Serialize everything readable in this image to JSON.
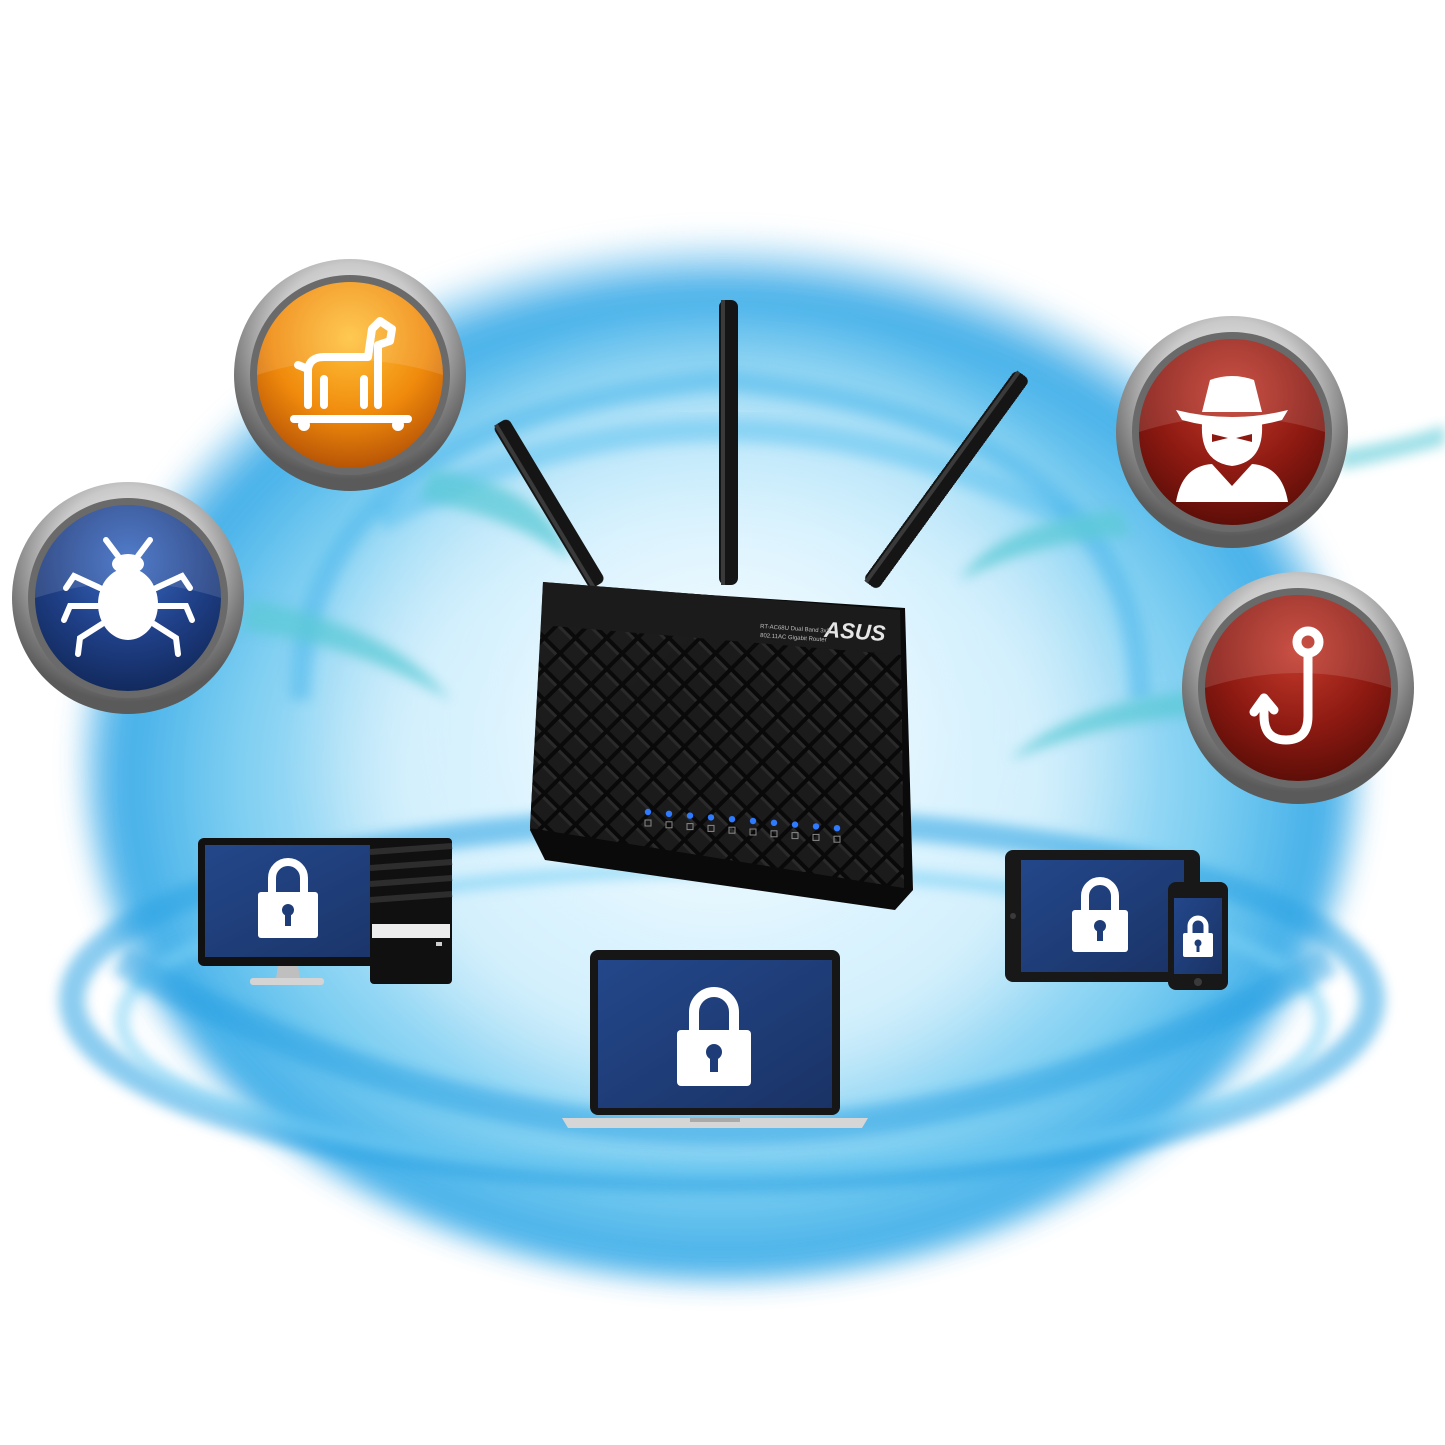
{
  "router": {
    "brand": "ASUS",
    "model_line1": "RT-AC68U Dual Band 3x3",
    "model_line2": "802.11AC Gigabit Router",
    "led_color": "#2f7bff"
  },
  "threats": [
    {
      "icon": "trojan-horse-icon",
      "color": "#f08a0c"
    },
    {
      "icon": "bug-icon",
      "color": "#1f3f86"
    },
    {
      "icon": "spy-icon",
      "color": "#8d1a12"
    },
    {
      "icon": "phishing-hook-icon",
      "color": "#8d1a12"
    }
  ],
  "devices": [
    {
      "icon": "desktop-pc-icon",
      "status": "lock-icon"
    },
    {
      "icon": "laptop-icon",
      "status": "lock-icon"
    },
    {
      "icon": "tablet-phone-icon",
      "status": "lock-icon"
    }
  ],
  "colors": {
    "shield_blue": "#29a9e8",
    "screen_blue": "#1e3d78",
    "router_body": "#141414"
  }
}
